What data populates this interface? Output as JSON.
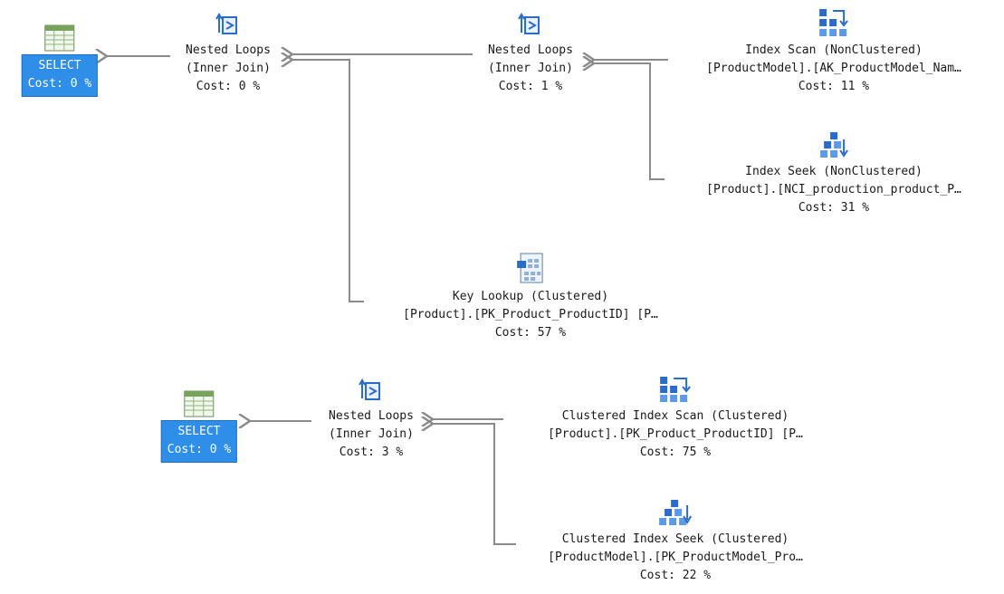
{
  "colors": {
    "select_fill": "#2f8fe8",
    "icon_blue": "#2a6cc7",
    "connector": "#8a8a8a"
  },
  "plan1": {
    "select": {
      "label": "SELECT",
      "cost": "Cost: 0 %",
      "icon": "table-grid-icon"
    },
    "nested_loops_outer": {
      "icon": "nested-loops-icon",
      "line1": "Nested Loops",
      "line2": "(Inner Join)",
      "line3": "Cost: 0 %"
    },
    "nested_loops_inner": {
      "icon": "nested-loops-icon",
      "line1": "Nested Loops",
      "line2": "(Inner Join)",
      "line3": "Cost: 1 %"
    },
    "index_scan": {
      "icon": "index-scan-icon",
      "line1": "Index Scan (NonClustered)",
      "line2": "[ProductModel].[AK_ProductModel_Nam…",
      "line3": "Cost: 11 %"
    },
    "index_seek": {
      "icon": "index-seek-icon",
      "line1": "Index Seek (NonClustered)",
      "line2": "[Product].[NCI_production_product_P…",
      "line3": "Cost: 31 %"
    },
    "key_lookup": {
      "icon": "key-lookup-icon",
      "line1": "Key Lookup (Clustered)",
      "line2": "[Product].[PK_Product_ProductID] [P…",
      "line3": "Cost: 57 %"
    }
  },
  "plan2": {
    "select": {
      "label": "SELECT",
      "cost": "Cost: 0 %",
      "icon": "table-grid-icon"
    },
    "nested_loops": {
      "icon": "nested-loops-icon",
      "line1": "Nested Loops",
      "line2": "(Inner Join)",
      "line3": "Cost: 3 %"
    },
    "clustered_scan": {
      "icon": "clustered-index-scan-icon",
      "line1": "Clustered Index Scan (Clustered)",
      "line2": "[Product].[PK_Product_ProductID] [P…",
      "line3": "Cost: 75 %"
    },
    "clustered_seek": {
      "icon": "clustered-index-seek-icon",
      "line1": "Clustered Index Seek (Clustered)",
      "line2": "[ProductModel].[PK_ProductModel_Pro…",
      "line3": "Cost: 22 %"
    }
  }
}
